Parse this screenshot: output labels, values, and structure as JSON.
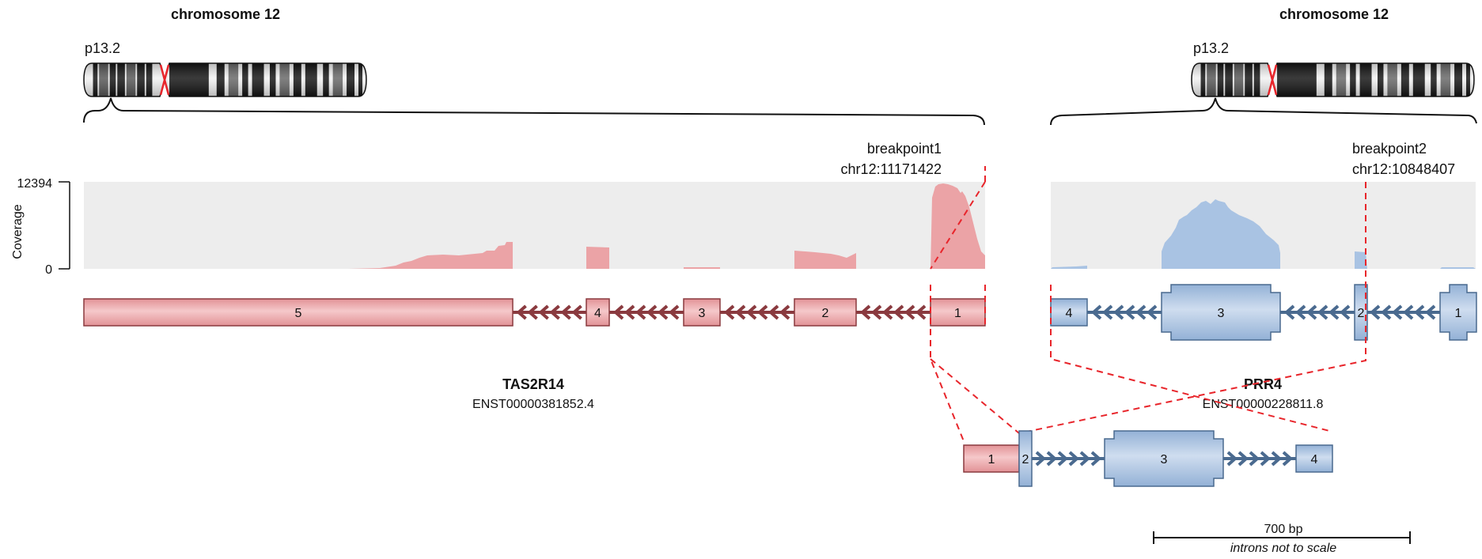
{
  "left_panel": {
    "chromosome_title": "chromosome 12",
    "band_label": "p13.2",
    "breakpoint_label": "breakpoint1",
    "breakpoint_coord": "chr12:11171422",
    "gene_name": "TAS2R14",
    "transcript_id": "ENST00000381852.4",
    "exon_labels": [
      "5",
      "4",
      "3",
      "2",
      "1"
    ]
  },
  "right_panel": {
    "chromosome_title": "chromosome 12",
    "band_label": "p13.2",
    "breakpoint_label": "breakpoint2",
    "breakpoint_coord": "chr12:10848407",
    "gene_name": "PRR4",
    "transcript_id": "ENST00000228811.8",
    "exon_labels": [
      "4",
      "3",
      "2",
      "1"
    ]
  },
  "coverage_axis": {
    "label": "Coverage",
    "max_tick": "12394",
    "min_tick": "0",
    "max_value": 12394
  },
  "fusion": {
    "exon_labels": [
      "1",
      "2",
      "3",
      "4"
    ]
  },
  "scale": {
    "length_label": "700 bp",
    "note": "introns not to scale"
  },
  "colors": {
    "gene1_fill": "#eba3a6",
    "gene1_stroke": "#8a3a3f",
    "gene2_fill": "#a9c3e3",
    "gene2_stroke": "#4a6a8f",
    "track_bg": "#ededed",
    "breakpoint_line": "#e8252b"
  }
}
